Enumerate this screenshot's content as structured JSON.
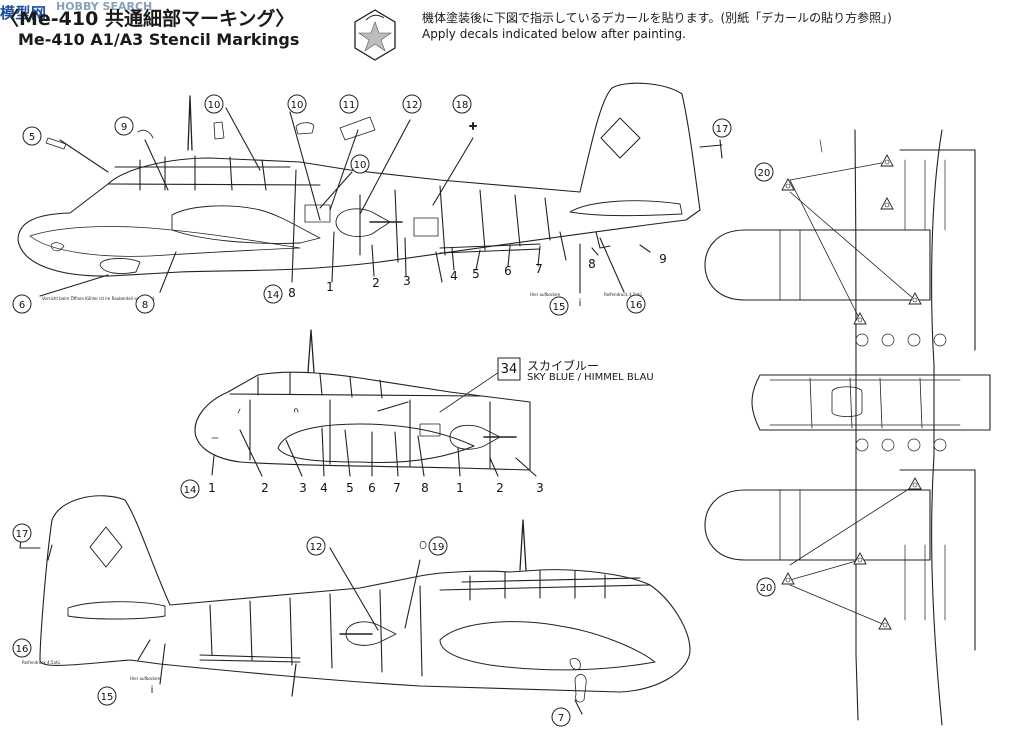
{
  "header": {
    "watermark_brand": "模型网",
    "watermark_site": "HOBBY SEARCH",
    "title_jp": "〈Me-410 共通細部マーキング〉",
    "title_en": "Me-410 A1/A3 Stencil Markings",
    "instruction_jp": "機体塗装後に下図で指示しているデカールを貼ります。(別紙「デカールの貼り方参照」)",
    "instruction_en": "Apply decals indicated below after painting."
  },
  "color_callout": {
    "number": "34",
    "name_jp": "スカイブルー",
    "name_en": "SKY BLUE / HIMMEL BLAU"
  },
  "stencil_texts": {
    "st6": "Vorsicht beim Öffnen Kühler ist im Rauberdeil eingebaut",
    "st15": "Hier aufbocken",
    "st16": "Reifendruck 4.5atü"
  },
  "callouts": {
    "c5": "5",
    "c6": "6",
    "c7": "7",
    "c8": "8",
    "c9": "9",
    "c10": "10",
    "c11": "11",
    "c12": "12",
    "c14": "14",
    "c15": "15",
    "c16": "16",
    "c17": "17",
    "c18": "18",
    "c19": "19",
    "c20": "20"
  },
  "numbers": {
    "n1": "1",
    "n2": "2",
    "n3": "3",
    "n4": "4",
    "n5": "5",
    "n6": "6",
    "n7": "7",
    "n8": "8",
    "n9": "9",
    "n_i": "i"
  },
  "colors": {
    "line": "#222222",
    "watermark": "#1e4fa0"
  }
}
